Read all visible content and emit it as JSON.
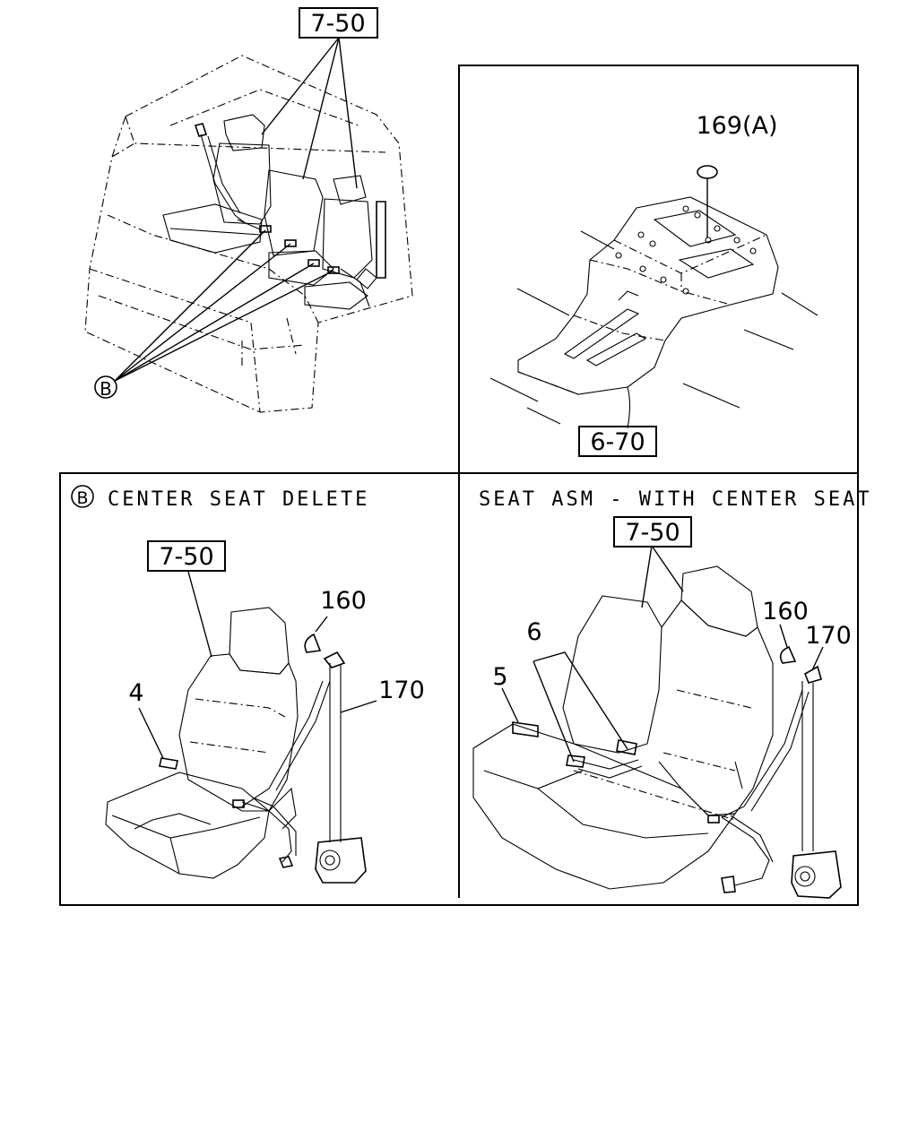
{
  "callouts": {
    "top_ref": "7-50",
    "console_part": "169(A)",
    "console_ref": "6-70",
    "circle_b": "B",
    "left_ref": "7-50",
    "left_p160": "160",
    "left_p170": "170",
    "left_p4": "4",
    "right_ref": "7-50",
    "right_p6": "6",
    "right_p5": "5",
    "right_p160": "160",
    "right_p170": "170"
  },
  "captions": {
    "left_badge": "B",
    "left_title": "CENTER SEAT DELETE",
    "right_title": "SEAT ASM - WITH CENTER SEAT"
  }
}
